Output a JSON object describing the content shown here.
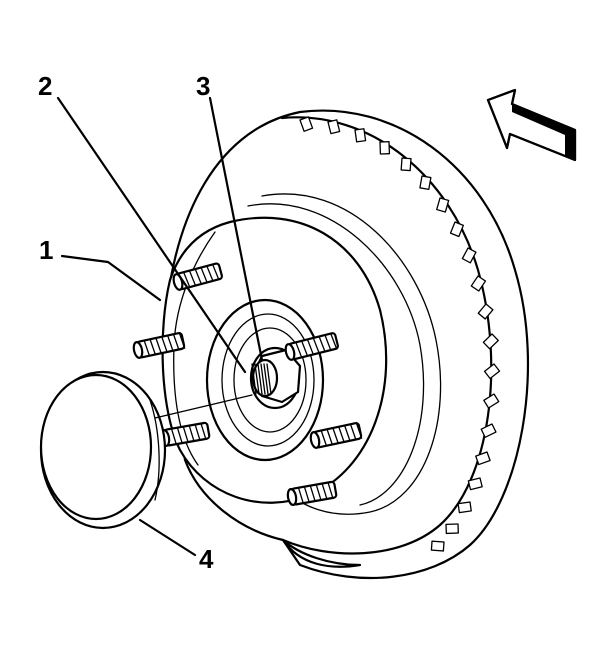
{
  "colors": {
    "line": "#000000",
    "background": "#ffffff",
    "shade": "#d9d9d9"
  },
  "callouts": [
    {
      "id": "1",
      "label": "1"
    },
    {
      "id": "2",
      "label": "2"
    },
    {
      "id": "3",
      "label": "3"
    },
    {
      "id": "4",
      "label": "4"
    }
  ],
  "icons": {
    "direction_arrow": "view-direction-arrow-icon"
  }
}
